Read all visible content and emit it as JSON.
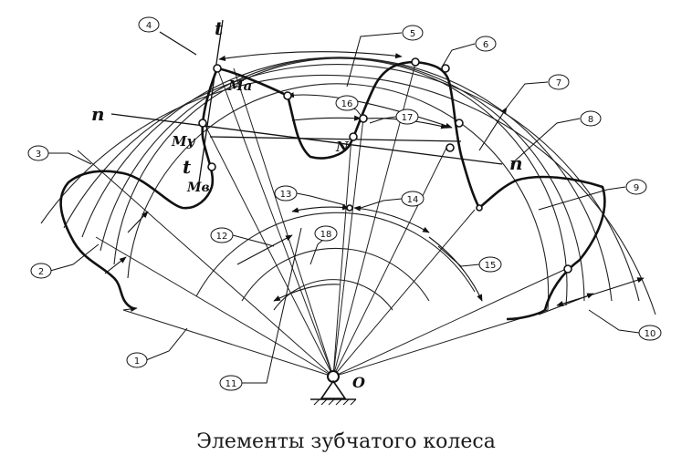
{
  "caption": "Элементы зубчатого колеса",
  "center_label": "O",
  "point_labels": {
    "m_a": "Ma",
    "m_y": "My",
    "m_b": "Mв",
    "n_point": "N"
  },
  "line_labels": {
    "t_top": "t",
    "t_bottom": "t",
    "n_left": "n",
    "n_right": "n"
  },
  "callouts": [
    "1",
    "2",
    "3",
    "4",
    "5",
    "6",
    "7",
    "8",
    "9",
    "10",
    "11",
    "12",
    "13",
    "14",
    "15",
    "16",
    "17",
    "18"
  ]
}
